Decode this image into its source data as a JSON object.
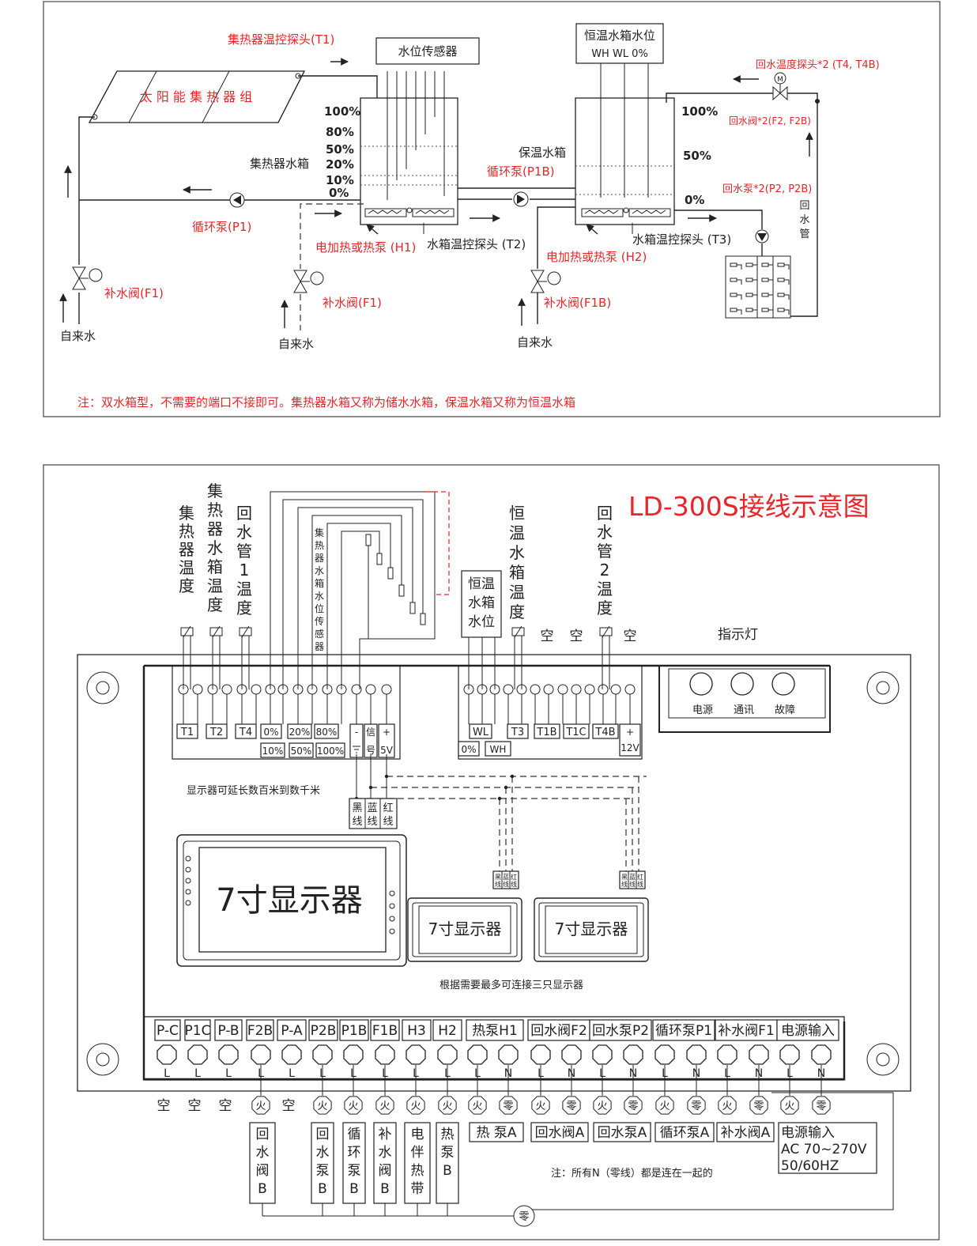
{
  "colors": {
    "accent": "#e8262a",
    "line": "#222222"
  },
  "upper": {
    "solar_group": "太 阳 能 集 热 器 组",
    "t1": "集热器温控探头(T1)",
    "level_sensor": "水位传感器",
    "const_level": "恒温水箱水位",
    "wh_wl": "WH  WL  0%",
    "return_temp": "回水温度探头*2 (T4, T4B)",
    "return_valve": "回水阀*2(F2, F2B)",
    "return_pump": "回水泵*2(P2, P2B)",
    "return_pipe": [
      "回",
      "水",
      "管"
    ],
    "pct_left": [
      "100%",
      "80%",
      "50%",
      "20%",
      "10%",
      "0%"
    ],
    "pct_right": [
      "100%",
      "50%",
      "0%"
    ],
    "collector_tank": "集热器水箱",
    "keep_tank": "保温水箱",
    "pump_p1": "循环泵(P1)",
    "pump_p1b": "循环泵(P1B)",
    "valve_f1a": "补水阀(F1)",
    "valve_f1b": "补水阀(F1)",
    "valve_f1c": "补水阀(F1B)",
    "tap1": "自来水",
    "tap2": "自来水",
    "tap3": "自来水",
    "h1": "电加热或热泵 (H1)",
    "h2": "电加热或热泵 (H2)",
    "t2": "水箱温控探头 (T2)",
    "t3": "水箱温控探头 (T3)",
    "note": "注：双水箱型，不需要的端口不接即可。集热器水箱又称为储水水箱，保温水箱又称为恒温水箱"
  },
  "lower": {
    "title": "LD-300S接线示意图",
    "v_labels": [
      {
        "chars": [
          "集",
          "热",
          "器",
          "温",
          "度"
        ]
      },
      {
        "chars": [
          "集",
          "热",
          "器",
          "水",
          "箱",
          "温",
          "度"
        ]
      },
      {
        "chars": [
          "回",
          "水",
          "管",
          "1",
          "温",
          "度"
        ]
      },
      {
        "chars": [
          "集",
          "热",
          "器",
          "水",
          "箱",
          "水",
          "位",
          "传",
          "感",
          "器"
        ]
      },
      {
        "chars": [
          "恒",
          "温",
          "水",
          "箱",
          "温",
          "度"
        ]
      },
      {
        "chars": [
          "回",
          "水",
          "管",
          "2",
          "温",
          "度"
        ]
      }
    ],
    "const_level_box": [
      "恒温",
      "水箱",
      "水位"
    ],
    "empty": "空",
    "indicator": "指示灯",
    "lamps": [
      "电源",
      "通讯",
      "故障"
    ],
    "top_left_terms": [
      "T1",
      "T2",
      "T4",
      "0%",
      "20%",
      "80%"
    ],
    "top_left_terms2": [
      "10%",
      "50%",
      "100%"
    ],
    "gnd": "-",
    "sig": "信",
    "sig2": "号",
    "plus": "+",
    "v5": "5V",
    "top_right_terms": [
      "WL",
      "T3",
      "T1B",
      "T1C",
      "T4B"
    ],
    "top_right_terms2": [
      "0%",
      "WH"
    ],
    "v12": "12V",
    "extend_note": "显示器可延长数百米到数千米",
    "wires": [
      "黑",
      "线",
      "蓝",
      "线",
      "红",
      "线"
    ],
    "display_big": "7寸显示器",
    "display_s1": "7寸显示器",
    "display_s2": "7寸显示器",
    "max_note": "根据需要最多可连接三只显示器",
    "bottom_terms": [
      "P-C",
      "P1C",
      "P-B",
      "F2B",
      "P-A",
      "P2B",
      "P1B",
      "F1B",
      "H3",
      "H2",
      "热泵H1",
      "回水阀F2",
      "回水泵P2",
      "循环泵P1",
      "补水阀F1",
      "电源输入"
    ],
    "ln": [
      "L",
      "L",
      "L",
      "L",
      "L",
      "L",
      "L",
      "L",
      "L",
      "L",
      "L",
      "N",
      "L",
      "N",
      "L",
      "N",
      "L",
      "N",
      "L",
      "N",
      "L",
      "N"
    ],
    "fire": "火",
    "zero": "零",
    "loads_v": [
      {
        "chars": [
          "回",
          "水",
          "阀",
          "B"
        ]
      },
      {
        "chars": [
          "回",
          "水",
          "泵",
          "B"
        ]
      },
      {
        "chars": [
          "循",
          "环",
          "泵",
          "B"
        ]
      },
      {
        "chars": [
          "补",
          "水",
          "阀",
          "B"
        ]
      },
      {
        "chars": [
          "电",
          "伴",
          "热",
          "带"
        ]
      },
      {
        "chars": [
          "热",
          "泵",
          "B"
        ]
      }
    ],
    "loads_h": [
      "热 泵A",
      "回水阀A",
      "回水泵A",
      "循环泵A",
      "补水阀A"
    ],
    "power": [
      "电源输入",
      "AC 70~270V",
      "50/60HZ"
    ],
    "n_note": "注：所有N（零线）都是连在一起的"
  }
}
